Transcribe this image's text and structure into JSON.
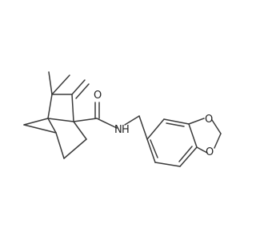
{
  "molecule": {
    "atom_labels": {
      "amide_oxygen": "O",
      "amide_nh": "N",
      "amide_h": "H",
      "dioxole_o_top": "O",
      "dioxole_o_bottom": "O"
    },
    "colors": {
      "bond": "#3a3a3a",
      "label": "#222222",
      "background": "#ffffff"
    }
  }
}
